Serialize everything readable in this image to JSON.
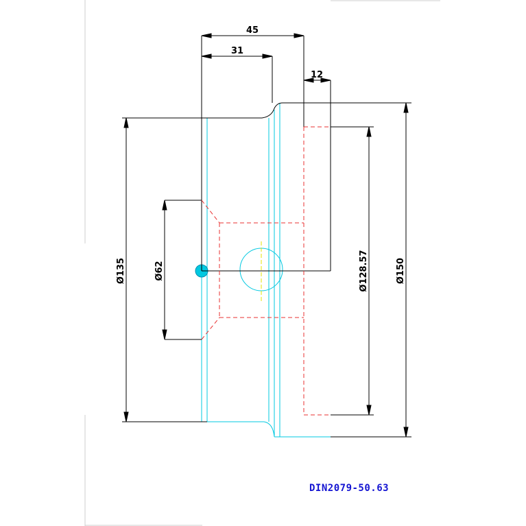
{
  "drawing": {
    "part_number": "DIN2079-50.63",
    "dimensions": {
      "overall_length": "45",
      "shoulder_length": "31",
      "flange_width": "12",
      "dia_outer": "Ø150",
      "dia_body": "Ø135",
      "dia_bore": "Ø62",
      "dia_hidden": "Ø128.57"
    }
  },
  "colors": {
    "background": "#ffffff",
    "outline": "#000000",
    "cyan": "#00c8e0",
    "hidden": "#e83030",
    "center": "#e6e600",
    "label": "#1414d2",
    "frame": "#cfcfcf"
  }
}
